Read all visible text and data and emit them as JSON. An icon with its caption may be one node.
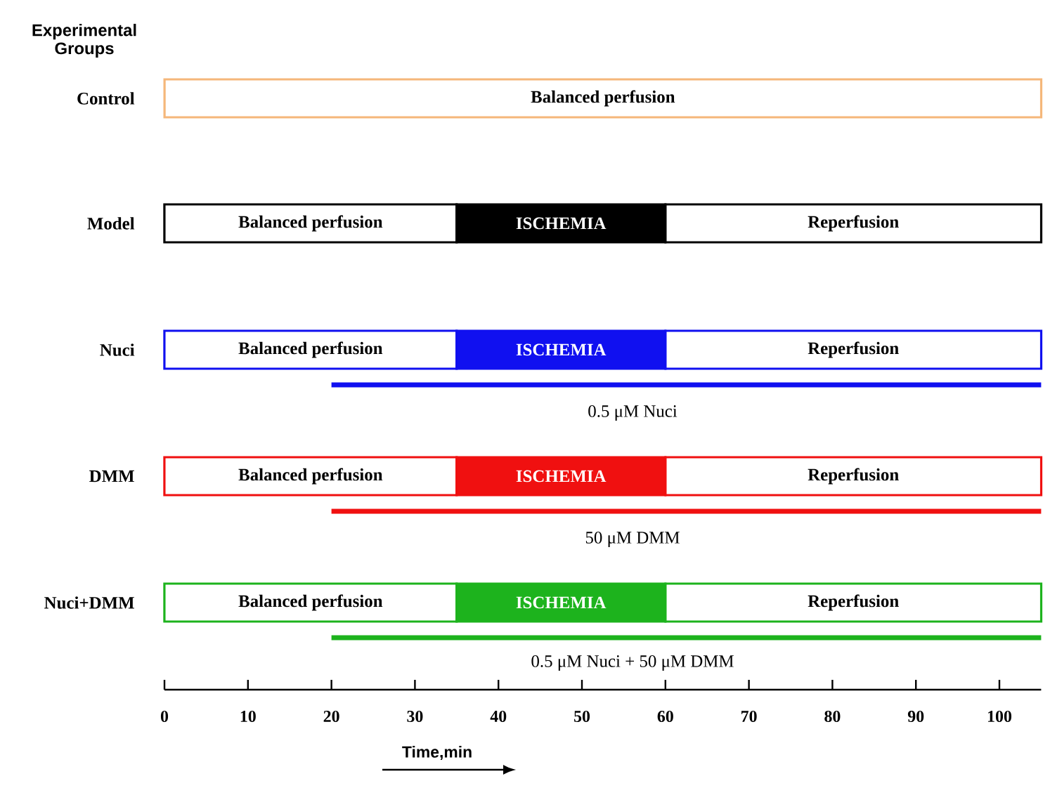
{
  "diagram": {
    "nodes": [
      {
        "text": [
          "Balanced perfusion"
        ]
      },
      {
        "text": [
          "Balanced perfusion"
        ]
      },
      {
        "text": [
          "ISCHEMIA"
        ]
      },
      {
        "text": [
          "Reperfusion"
        ]
      },
      {
        "text": [
          "Balanced perfusion"
        ]
      },
      {
        "text": [
          "ISCHEMIA"
        ]
      },
      {
        "text": [
          "Reperfusion"
        ]
      },
      {
        "text": [
          "Balanced perfusion"
        ]
      },
      {
        "text": [
          "ISCHEMIA"
        ]
      },
      {
        "text": [
          "Reperfusion"
        ]
      },
      {
        "text": [
          "Balanced perfusion"
        ]
      },
      {
        "text": [
          "ISCHEMIA"
        ]
      },
      {
        "text": [
          "Reperfusion"
        ]
      }
    ],
    "labels": [
      "Experimental Groups",
      "Control",
      "Model",
      "Nuci",
      "0.5 μM Nuci",
      "DMM",
      "50 μM DMM",
      "Nuci+DMM",
      "0.5 μM Nuci + 50 μM DMM",
      "0",
      "10",
      "20",
      "30",
      "40",
      "50",
      "60",
      "70",
      "80",
      "90",
      "100",
      "Time,min"
    ]
  }
}
